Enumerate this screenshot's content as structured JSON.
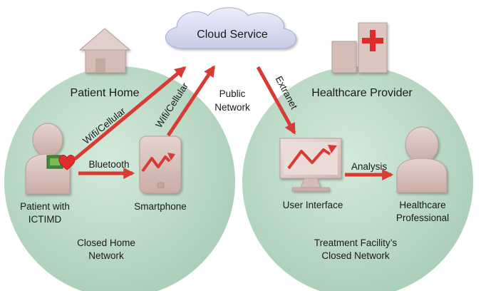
{
  "cloud": {
    "label": "Cloud Service"
  },
  "patient_home": {
    "title": "Patient Home",
    "patient_label_1": "Patient with",
    "patient_label_2": "ICTIMD",
    "smartphone_label": "Smartphone",
    "network_label_1": "Closed Home",
    "network_label_2": "Network"
  },
  "healthcare": {
    "title": "Healthcare Provider",
    "ui_label": "User Interface",
    "professional_label_1": "Healthcare",
    "professional_label_2": "Professional",
    "network_label_1": "Treatment Facility’s",
    "network_label_2": "Closed Network"
  },
  "links": {
    "bluetooth": "Bluetooth",
    "wifi_patient": "Wifi/Cellular",
    "wifi_phone": "Wifi/Cellular",
    "public_1": "Public",
    "public_2": "Network",
    "extranet": "Extranet",
    "analysis": "Analysis"
  },
  "colors": {
    "circle_fill": "#c3dfcc",
    "figure_fill": "#d8c2bd",
    "arrow_red": "#d83a34",
    "cloud_fill": "#d8dbf0",
    "house_fill": "#d9c3bd",
    "cross_red": "#e02c2c"
  }
}
